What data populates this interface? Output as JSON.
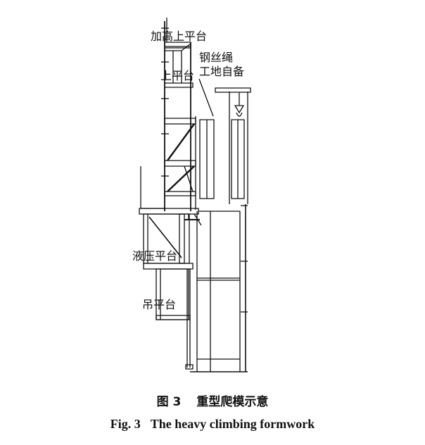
{
  "labels": {
    "heightened_upper_platform": "加高上平台",
    "upper_platform": "上平台",
    "wire_rope_line1": "钢丝绳",
    "wire_rope_line2": "工地自备",
    "hydraulic_platform": "液压平台",
    "hanging_platform": "吊平台"
  },
  "caption": {
    "cn_number": "图 3",
    "cn_title": "重型爬模示意",
    "en_number": "Fig. 3",
    "en_title": "The heavy climbing formwork"
  }
}
